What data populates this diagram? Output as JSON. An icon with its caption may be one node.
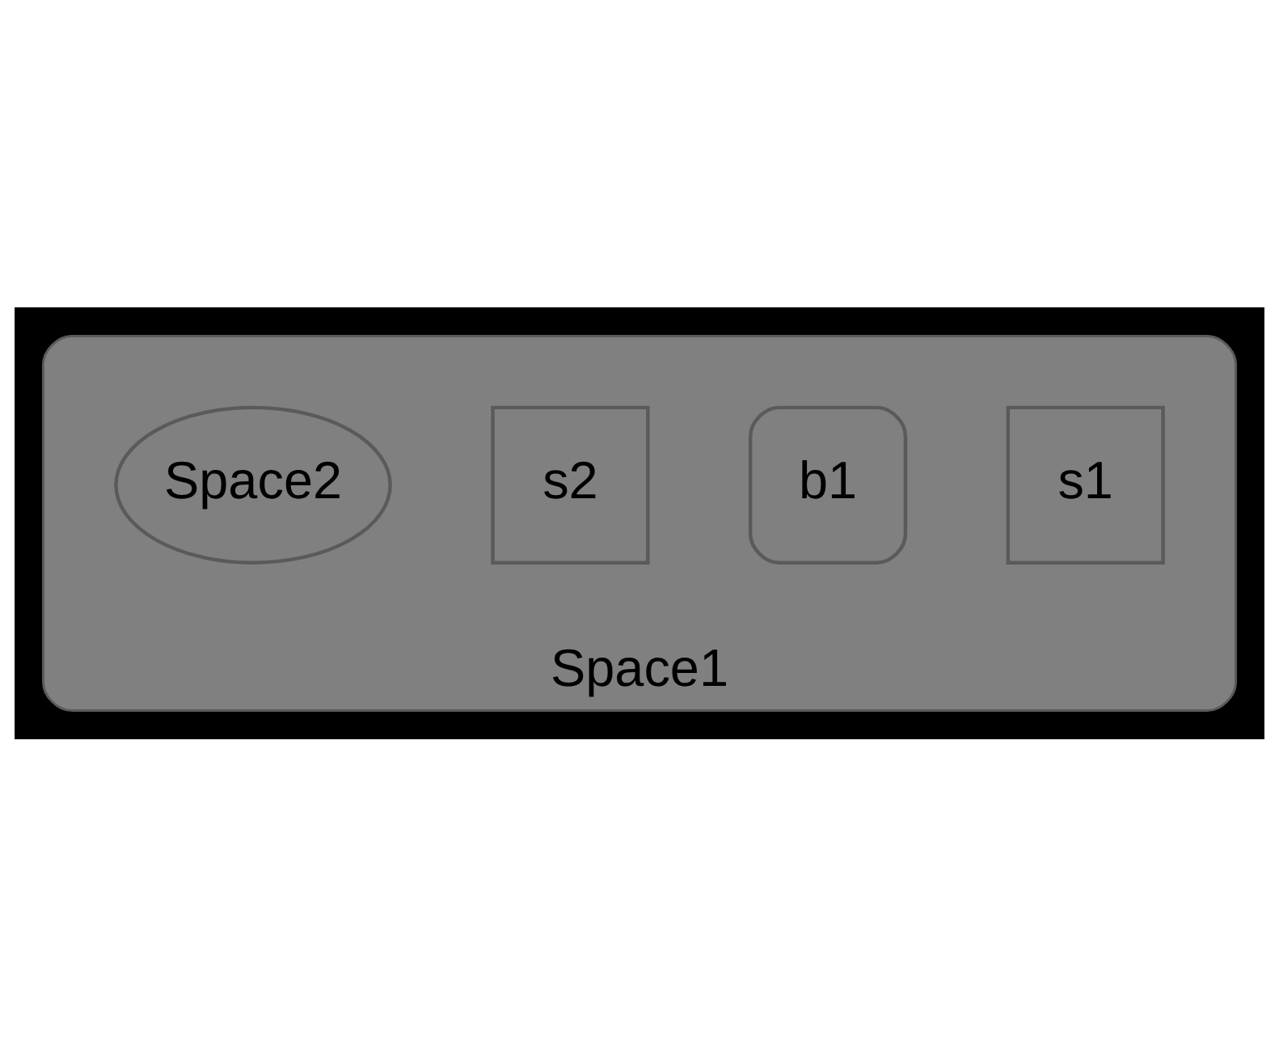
{
  "diagram": {
    "nodes": [
      {
        "text": [
          "Space1"
        ]
      },
      {
        "text": [
          "s1"
        ],
        "in": 0
      },
      {
        "text": [
          "b1"
        ],
        "in": 0
      },
      {
        "text": [
          "s2"
        ],
        "in": 0
      },
      {
        "text": [
          "Space2"
        ],
        "in": 0
      }
    ]
  }
}
